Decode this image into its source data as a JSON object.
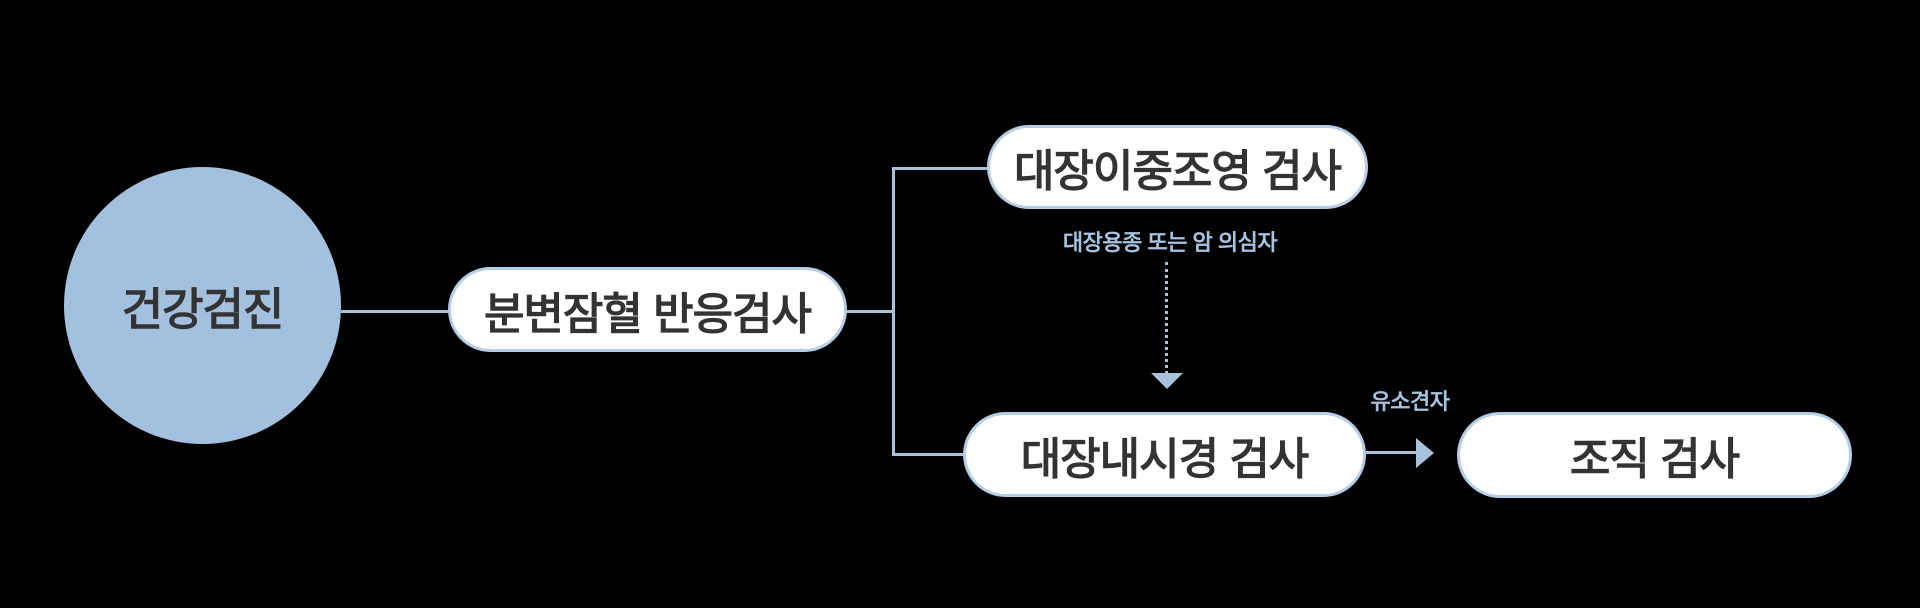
{
  "colors": {
    "background": "#000000",
    "node_fill": "#a3c0de",
    "pill_fill": "#ffffff",
    "pill_border": "#b5cde5",
    "line": "#a9c2dd",
    "accent_text": "#a5c3e1",
    "dark_text": "#333333"
  },
  "flowchart": {
    "type": "medical-screening-flow",
    "start_node": {
      "label": "건강검진"
    },
    "nodes": {
      "fobt": {
        "label": "분변잠혈 반응검사"
      },
      "barium": {
        "label": "대장이중조영 검사"
      },
      "colonoscopy": {
        "label": "대장내시경 검사"
      },
      "biopsy": {
        "label": "조직 검사"
      }
    },
    "edge_labels": {
      "suspect": "대장용종 또는 암 의심자",
      "findings": "유소견자"
    }
  }
}
